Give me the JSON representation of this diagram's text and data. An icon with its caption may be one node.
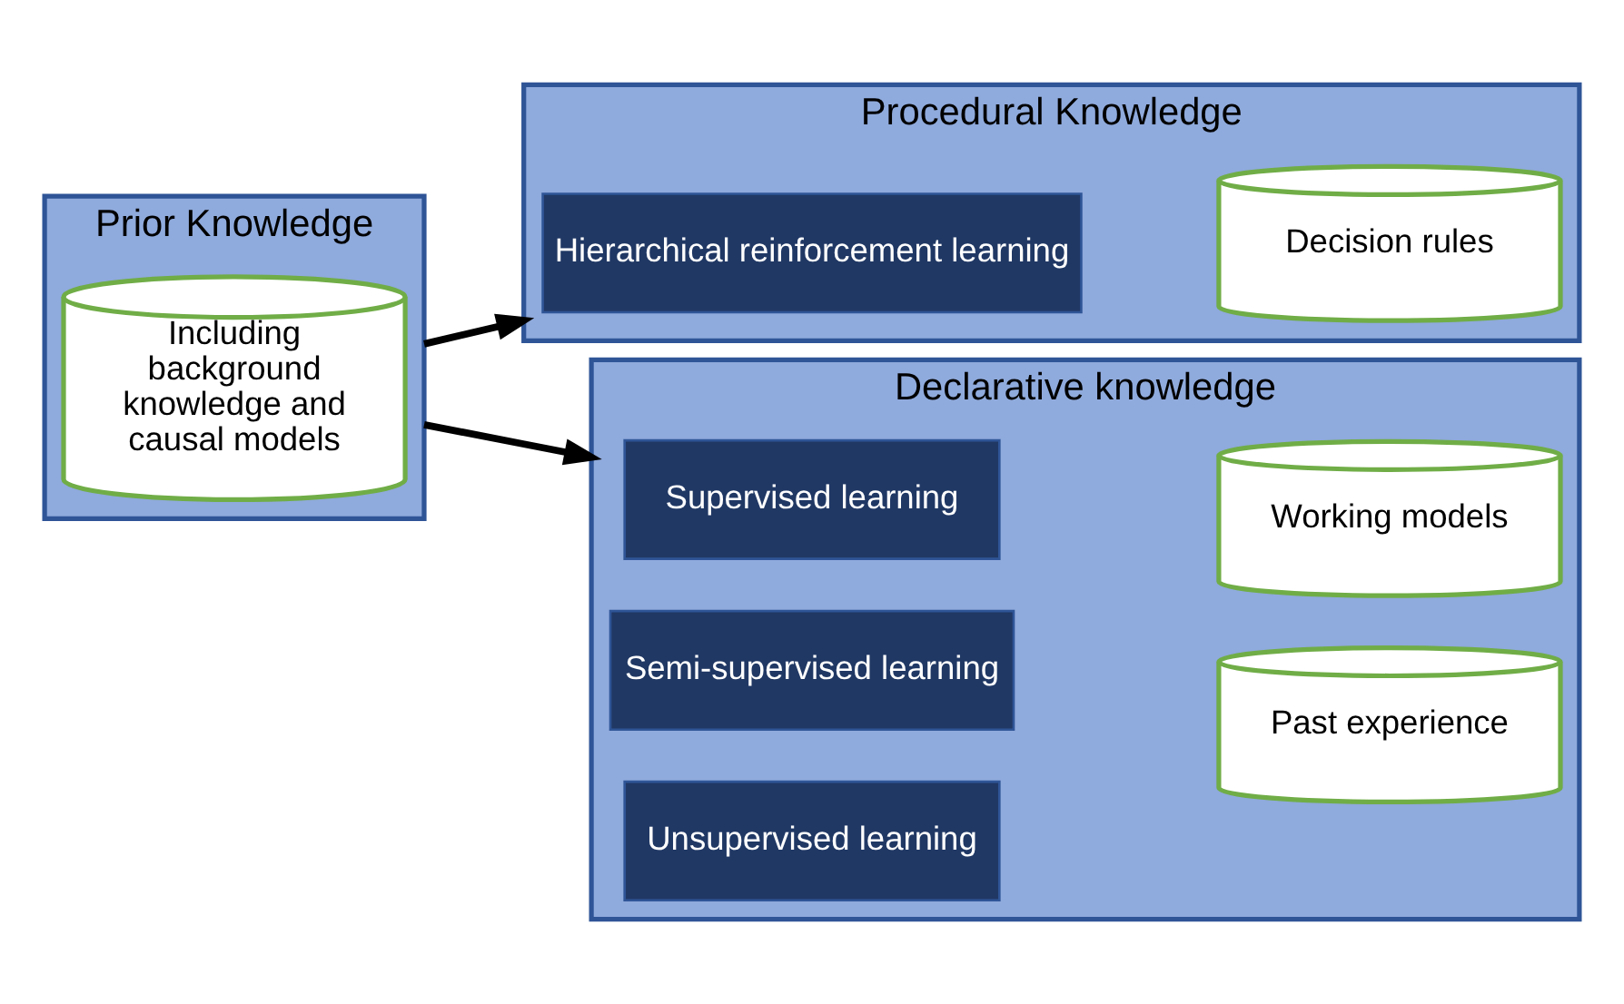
{
  "diagram": {
    "nodes": [
      {
        "text": [
          "Prior Knowledge"
        ]
      },
      {
        "text": [
          "Including background knowledge and causal models"
        ],
        "in": 0
      },
      {
        "text": [
          "Procedural Knowledge"
        ]
      },
      {
        "text": [
          "Hierarchical reinforcement learning"
        ],
        "in": 2
      },
      {
        "text": [
          "Decision rules"
        ],
        "in": 2
      },
      {
        "text": [
          "Declarative knowledge"
        ]
      },
      {
        "text": [
          "Supervised learning"
        ],
        "in": 5
      },
      {
        "text": [
          "Semi-supervised learning"
        ],
        "in": 5
      },
      {
        "text": [
          "Unsupervised learning"
        ],
        "in": 5
      },
      {
        "text": [
          "Working models"
        ],
        "in": 5
      },
      {
        "text": [
          "Past experience"
        ],
        "in": 5
      }
    ],
    "edges": [
      {
        "from": 0,
        "to": 2,
        "arrow": "to"
      },
      {
        "from": 0,
        "to": 5,
        "arrow": "to"
      }
    ]
  }
}
